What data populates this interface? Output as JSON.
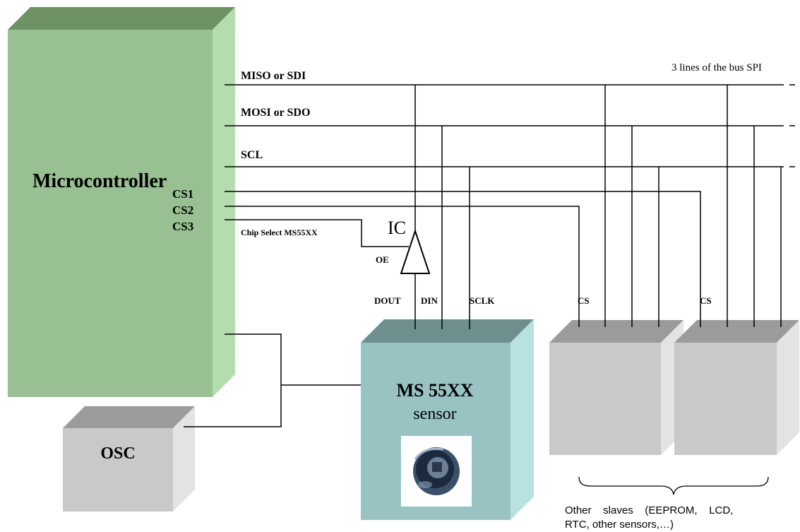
{
  "microcontroller": {
    "label": "Microcontroller",
    "chip_selects": [
      "CS1",
      "CS2",
      "CS3"
    ]
  },
  "bus": {
    "title": "3 lines of the bus SPI",
    "lines": [
      "MISO or SDI",
      "MOSI or SDO",
      "SCL"
    ],
    "chip_select_ms": "Chip Select MS55XX"
  },
  "buffer": {
    "label": "IC",
    "enable_label": "OE"
  },
  "sensor": {
    "title": "MS 55XX",
    "subtitle": "sensor",
    "pins": [
      "DOUT",
      "DIN",
      "SCLK"
    ]
  },
  "slaves": {
    "cs_labels": [
      "CS",
      "CS"
    ],
    "caption_line1": "Other    slaves    (EEPROM,    LCD,",
    "caption_line2": "RTC, other sensors,…)"
  },
  "oscillator": {
    "label": "OSC"
  },
  "colors": {
    "microcontroller_front": "#98c092",
    "microcontroller_top": "#6e9166",
    "microcontroller_side": "#b4dcae",
    "sensor_front": "#99c3c3",
    "sensor_top": "#6f8f8f",
    "sensor_side": "#b8e2e2",
    "slave_front": "#c9c9c9",
    "slave_top": "#9b9b9b",
    "slave_side": "#e3e3e3"
  }
}
